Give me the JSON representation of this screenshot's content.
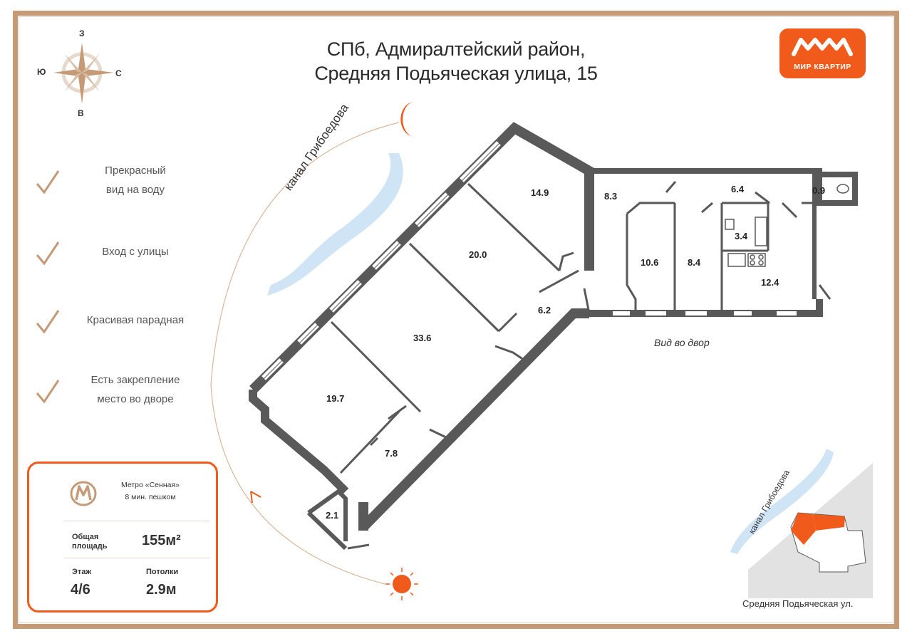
{
  "header": {
    "title_line1": "СПб, Адмиралтейский район,",
    "title_line2": "Средняя Подьяческая улица, 15"
  },
  "logo": {
    "text": "МИР КВАРТИР",
    "color": "#f05a1a"
  },
  "compass": {
    "north": "З",
    "south": "В",
    "west": "Ю",
    "east": "С"
  },
  "features": [
    {
      "line1": "Прекрасный",
      "line2": "вид на воду"
    },
    {
      "line1": "Вход с улицы",
      "line2": ""
    },
    {
      "line1": "Красивая парадная",
      "line2": ""
    },
    {
      "line1": "Есть закрепление",
      "line2": "место во дворе"
    }
  ],
  "info": {
    "metro_line1": "Метро «Сенная»",
    "metro_line2": "8 мин. пешком",
    "area_label_line1": "Общая",
    "area_label_line2": "площадь",
    "area_value": "155м²",
    "floor_label": "Этаж",
    "floor_value": "4/6",
    "ceiling_label": "Потолки",
    "ceiling_value": "2.9м"
  },
  "rooms": {
    "r14_9": "14.9",
    "r20_0": "20.0",
    "r33_6": "33.6",
    "r19_7": "19.7",
    "r7_8": "7.8",
    "r2_1": "2.1",
    "r6_2": "6.2",
    "r8_3": "8.3",
    "r10_6": "10.6",
    "r8_4": "8.4",
    "r6_4": "6.4",
    "r3_4": "3.4",
    "r12_4": "12.4",
    "r0_9": "0.9"
  },
  "labels": {
    "courtyard_view": "Вид во двор",
    "canal": "канал Грибоедова",
    "canal_mini": "канал Грибоедова",
    "street": "Средняя Подьяческая ул."
  },
  "colors": {
    "accent": "#f05a1a",
    "wall": "#595959",
    "frame": "#c49a77",
    "water": "#cfe4f5"
  }
}
